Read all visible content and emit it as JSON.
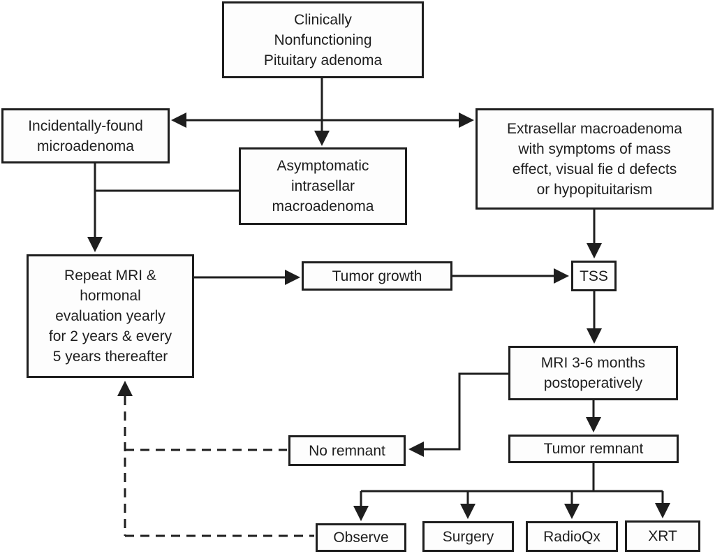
{
  "figure": {
    "type": "flowchart",
    "colors": {
      "background": "#ffffff",
      "line": "#1e1e1e",
      "box_border": "#1e1e1e",
      "box_fill": "#fdfdfd",
      "text": "#1e1e1e"
    },
    "nodes": {
      "clinically_nonfunctioning": {
        "label": "Clinically\nNonfunctioning\nPituitary adenoma"
      },
      "incidental_microadenoma": {
        "label": "Incidentally-found\nmicroadenoma"
      },
      "asymptomatic_macroadenoma": {
        "label": "Asymptomatic\nintrasellar\nmacroadenoma"
      },
      "extrasellar_macroadenoma": {
        "label": "Extrasellar macroadenoma\nwith symptoms of mass\neffect, visual fie d defects\nor hypopituitarism"
      },
      "repeat_mri": {
        "label": "Repeat MRI &\nhormonal\nevaluation yearly\nfor 2 years & every\n5 years thereafter"
      },
      "tumor_growth": {
        "label": "Tumor growth"
      },
      "tss": {
        "label": "TSS"
      },
      "mri_postop": {
        "label": "MRI 3-6 months\npostoperatively"
      },
      "no_remnant": {
        "label": "No remnant"
      },
      "tumor_remnant": {
        "label": "Tumor remnant"
      },
      "observe": {
        "label": "Observe"
      },
      "surgery": {
        "label": "Surgery"
      },
      "radioqx": {
        "label": "RadioQx"
      },
      "xrt": {
        "label": "XRT"
      }
    }
  }
}
